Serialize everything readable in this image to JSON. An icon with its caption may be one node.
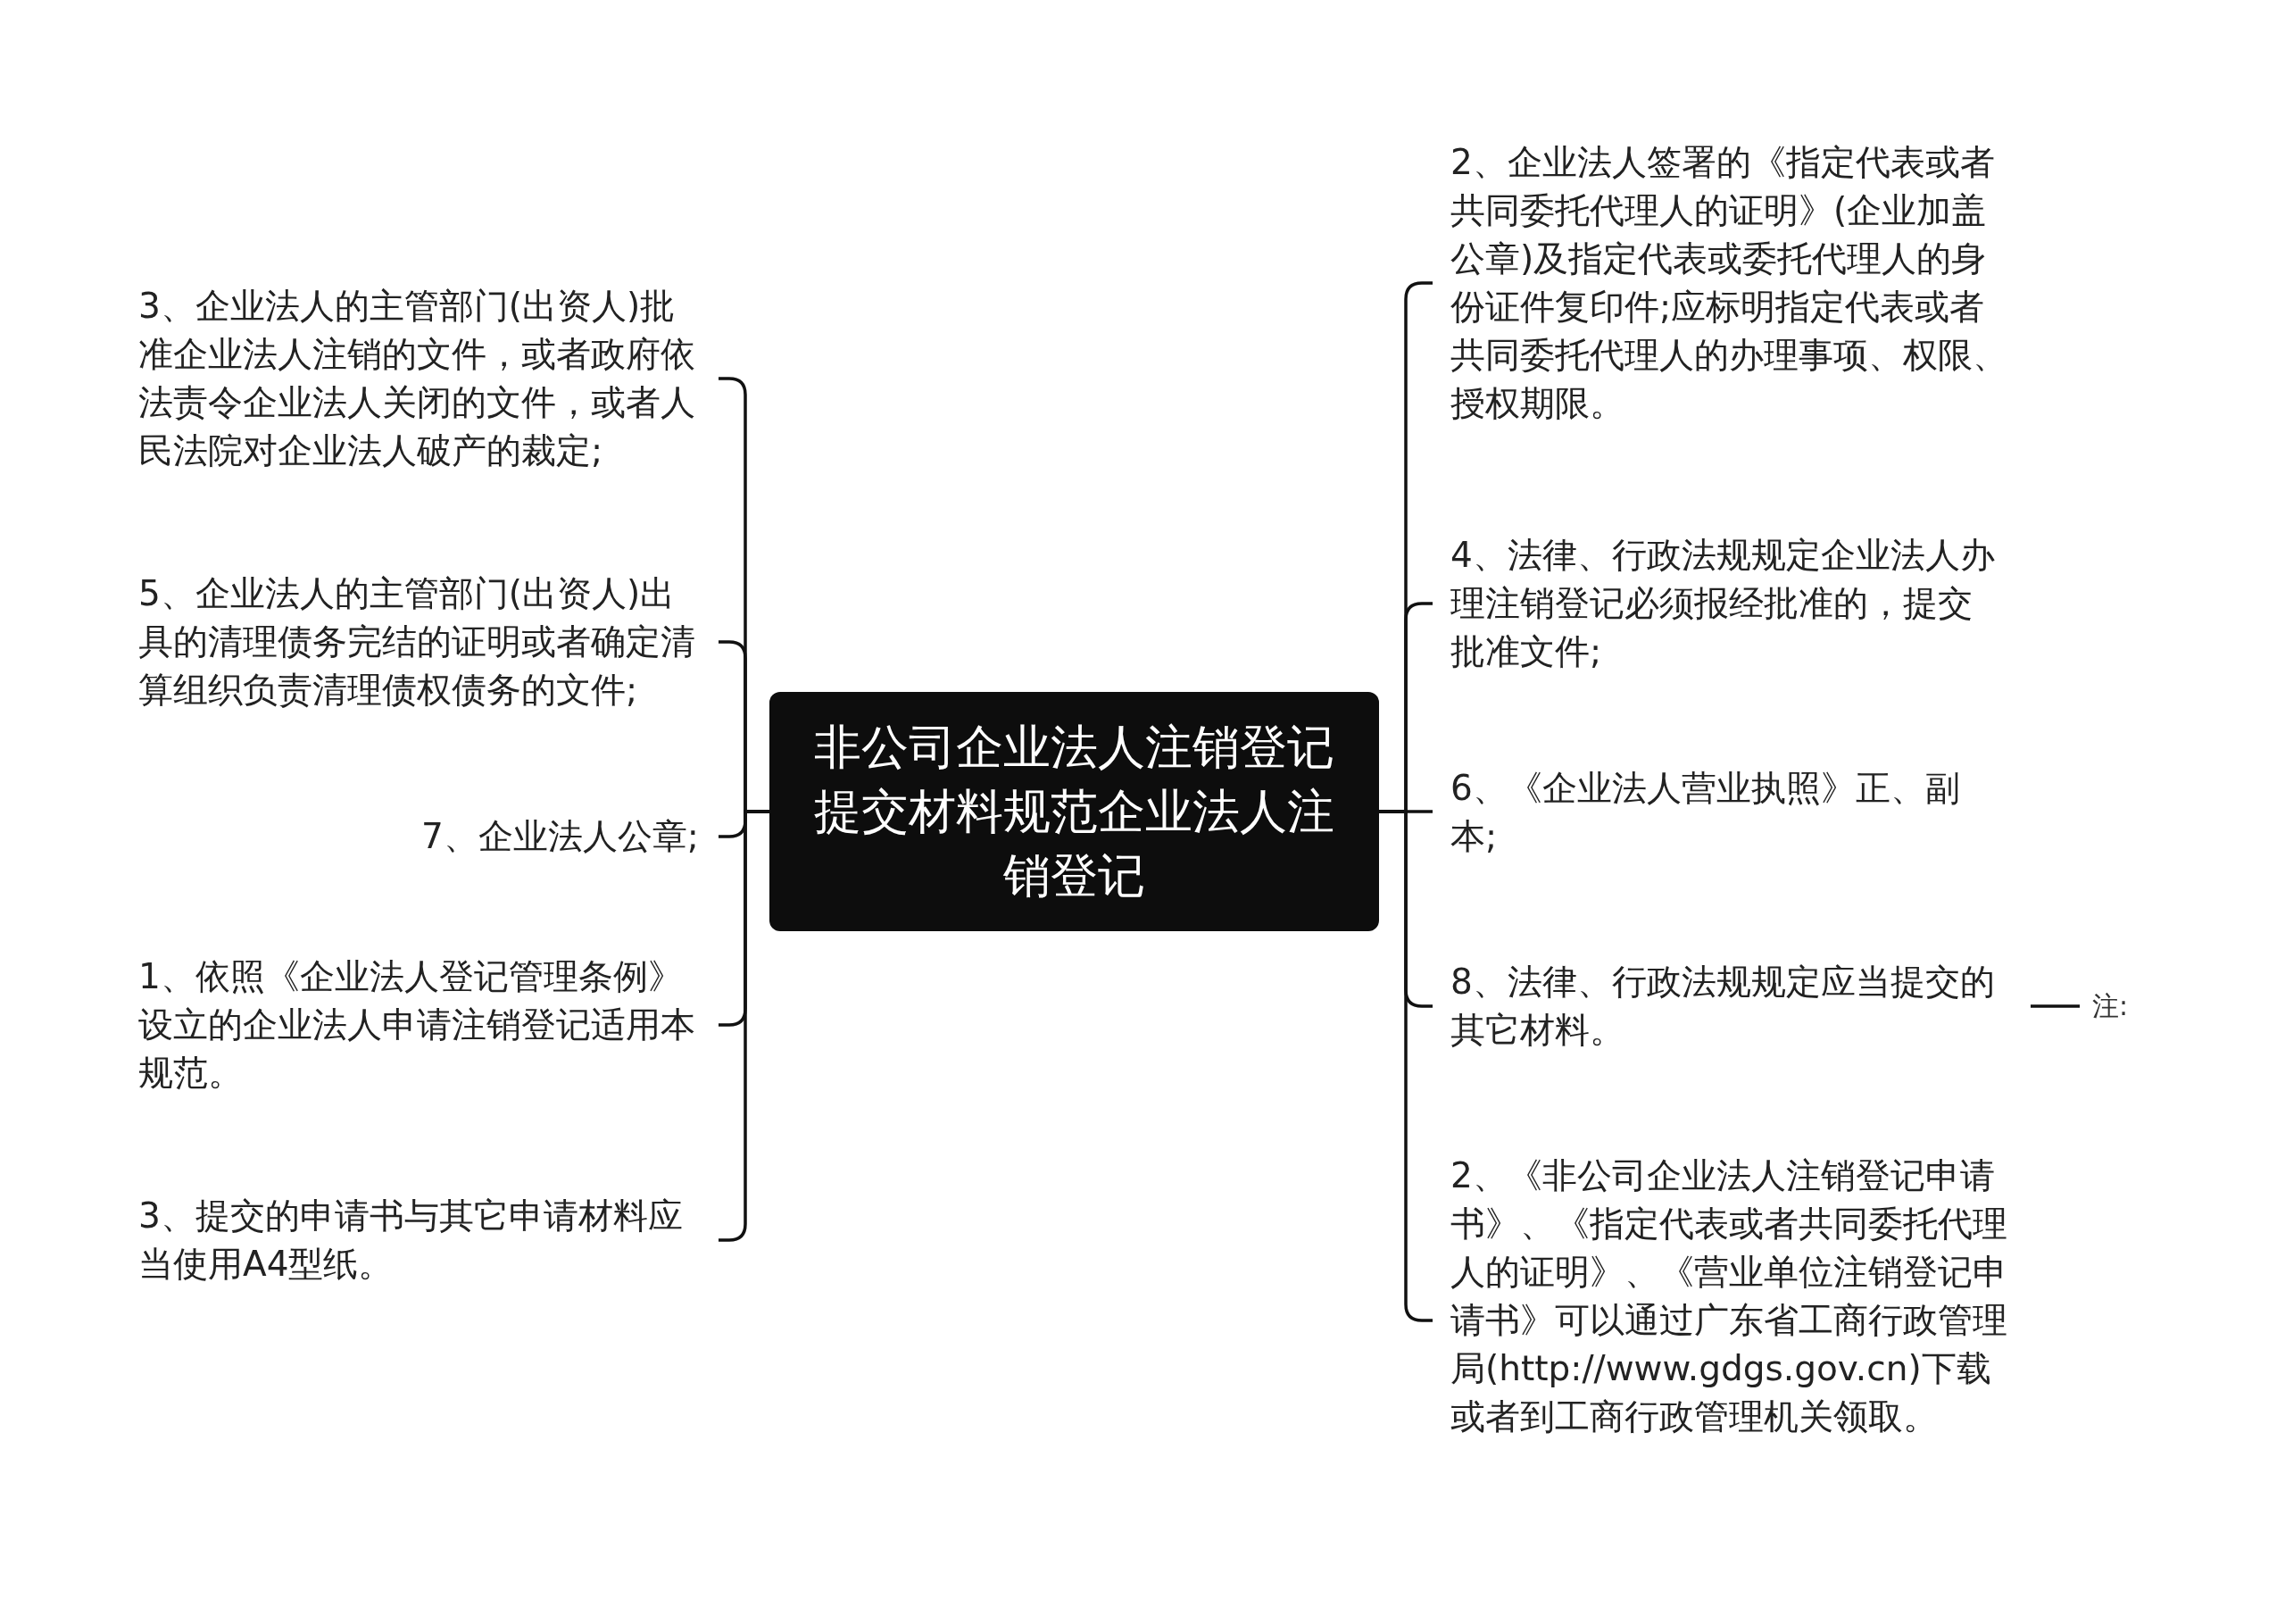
{
  "diagram": {
    "nodes": [
      {
        "text": [
          "非公司企业法人注销登记提交材料规范企业法人注销登记"
        ]
      },
      {
        "text": [
          "3、企业法人的主管部门(出资人)批准企业法人注销的文件，或者政府依法责令企业法人关闭的文件，或者人民法院对企业法人破产的裁定;"
        ]
      },
      {
        "text": [
          "5、企业法人的主管部门(出资人)出具的清理债务完结的证明或者确定清算组织负责清理债权债务的文件;"
        ]
      },
      {
        "text": [
          "7、企业法人公章;"
        ]
      },
      {
        "text": [
          "1、依照《企业法人登记管理条例》设立的企业法人申请注销登记适用本规范。"
        ]
      },
      {
        "text": [
          "3、提交的申请书与其它申请材料应当使用A4型纸。"
        ]
      },
      {
        "text": [
          "2、企业法人签署的《指定代表或者共同委托代理人的证明》(企业加盖公章)及指定代表或委托代理人的身份证件复印件;应标明指定代表或者共同委托代理人的办理事项、权限、授权期限。"
        ]
      },
      {
        "text": [
          "4、法律、行政法规规定企业法人办理注销登记必须报经批准的，提交批准文件;"
        ]
      },
      {
        "text": [
          "6、《企业法人营业执照》正、副本;"
        ]
      },
      {
        "text": [
          "8、法律、行政法规规定应当提交的其它材料。"
        ]
      },
      {
        "text": [
          "2、《非公司企业法人注销登记申请书》、《指定代表或者共同委托代理人的证明》、《营业单位注销登记申请书》可以通过广东省工商行政管理局(http://www.gdgs.gov.cn)下载或者到工商行政管理机关领取。"
        ]
      },
      {
        "text": [
          "注:"
        ]
      }
    ],
    "edges": [
      {
        "from": 0,
        "to": 1,
        "arrow": "none"
      },
      {
        "from": 0,
        "to": 2,
        "arrow": "none"
      },
      {
        "from": 0,
        "to": 3,
        "arrow": "none"
      },
      {
        "from": 0,
        "to": 4,
        "arrow": "none"
      },
      {
        "from": 0,
        "to": 5,
        "arrow": "none"
      },
      {
        "from": 0,
        "to": 6,
        "arrow": "none"
      },
      {
        "from": 0,
        "to": 7,
        "arrow": "none"
      },
      {
        "from": 0,
        "to": 8,
        "arrow": "none"
      },
      {
        "from": 0,
        "to": 9,
        "arrow": "none"
      },
      {
        "from": 0,
        "to": 10,
        "arrow": "none"
      },
      {
        "from": 9,
        "to": 11,
        "arrow": "none"
      }
    ]
  }
}
